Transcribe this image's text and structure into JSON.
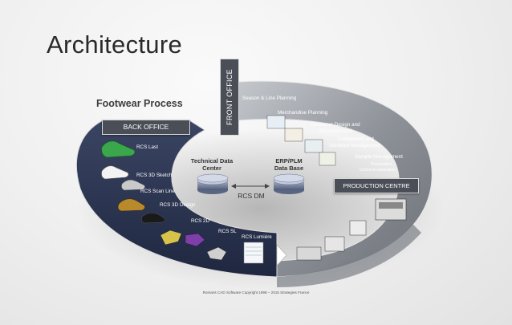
{
  "title": "Architecture",
  "subtitle": "Footwear Process",
  "front_office": "FRONT OFFICE",
  "back_office": "BACK OFFICE",
  "production_centre": "PRODUCTION CENTRE",
  "front_items": {
    "season": "Season & Line Planning",
    "merch": "Merchandise Planning",
    "consumer": "Consumer Design and",
    "consumer2": "Developpment",
    "component": "Component and",
    "component2": "Standard Management",
    "sample": "Sample Management",
    "production": "Production",
    "commercialisation": "Commercialisation"
  },
  "back_items": {
    "last": "RCS Last",
    "sketch": "RCS 3D Sketch",
    "scan": "RCS Scan Line",
    "design3d": "RCS 3D  Design",
    "rcs2d": "RCS 2D",
    "rcssl": "RCS SL",
    "lumiere": "RCS Lumière"
  },
  "center": {
    "tech1": "Technical Data",
    "tech2": "Center",
    "erp1": "ERP/PLM",
    "erp2": "Data Base",
    "rcsdm": "RCS DM"
  },
  "copyright": "Romans CAD Software Copyright 1998 – 2015 Strategies France",
  "colors": {
    "ring_dark": "#2b3450",
    "ring_light": "#9ea3aa",
    "box": "#4a4e56"
  }
}
